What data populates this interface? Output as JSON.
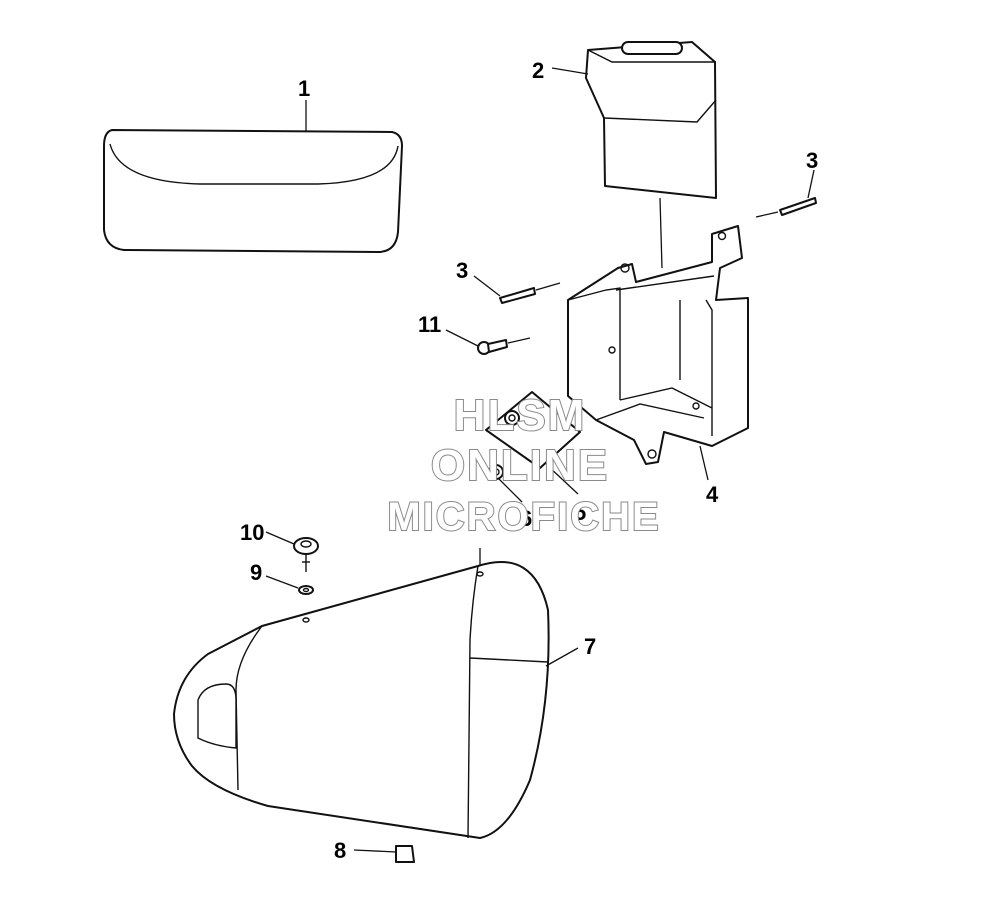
{
  "diagram": {
    "callouts": [
      "1",
      "2",
      "3",
      "3",
      "4",
      "5",
      "6",
      "7",
      "8",
      "9",
      "10",
      "11"
    ],
    "watermark": {
      "line1": "HLSM",
      "line2": "ONLINE",
      "line3": "MICROFICHE"
    }
  }
}
